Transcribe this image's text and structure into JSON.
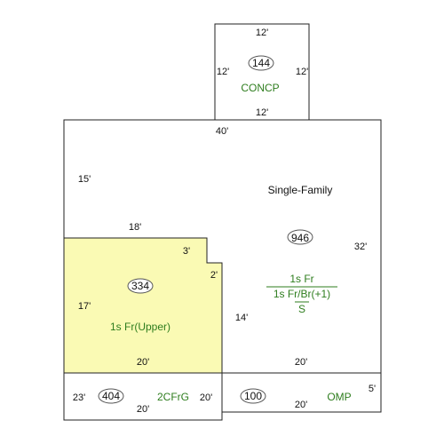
{
  "colors": {
    "upper_fill": "#fafab4",
    "line": "#222222",
    "label_green": "#2e7d1e",
    "label_black": "#111111"
  },
  "sections": {
    "concp": {
      "label": "CONCP",
      "area": "144",
      "dims": {
        "top": "12'",
        "left": "12'",
        "right": "12'",
        "bottom": "12'"
      }
    },
    "single_family": {
      "label": "Single-Family",
      "area": "946",
      "dims": {
        "top": "40'",
        "left": "15'",
        "right": "32'",
        "notch_top": "3'",
        "notch_side": "2'",
        "inner_side": "14'",
        "bottom": "20'"
      },
      "code_line1": "1s Fr",
      "code_line2": "1s Fr/Br(+1)",
      "code_line3": "S"
    },
    "upper": {
      "label": "1s Fr(Upper)",
      "area": "334",
      "dims": {
        "top": "18'",
        "left": "17'",
        "bottom": "20'"
      }
    },
    "garage": {
      "label": "2CFrG",
      "area": "404",
      "dims": {
        "left": "23'",
        "right": "20'",
        "bottom": "20'"
      }
    },
    "omp": {
      "label": "OMP",
      "area": "100",
      "dims": {
        "right": "5'",
        "bottom": "20'"
      }
    }
  }
}
